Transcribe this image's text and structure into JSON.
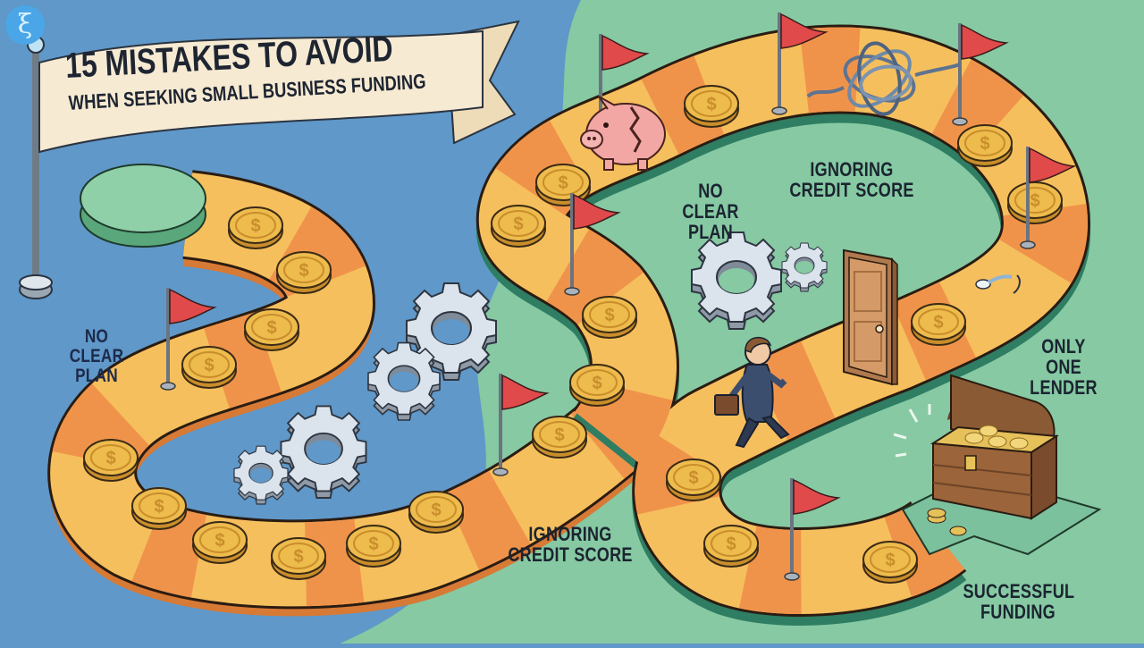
{
  "banner": {
    "title": "15 MISTAKES TO AVOID",
    "subtitle": "WHEN SEEKING SMALL BUSINESS FUNDING"
  },
  "logo": {
    "glyph": "ξ",
    "icon": "site-logo-icon"
  },
  "labels": {
    "left_no_clear_plan": {
      "line1": "NO CLEAR",
      "line2": "PLAN"
    },
    "center_no_clear_plan": {
      "line1": "NO CLEAR",
      "line2": "PLAN"
    },
    "top_ignoring_credit": {
      "line1": "IGNORING",
      "line2": "CREDIT SCORE"
    },
    "bottom_ignoring_credit": {
      "line1": "IGNORING",
      "line2": "CREDIT SCORE"
    },
    "only_one_lender": {
      "line1": "ONLY ONE",
      "line2": "LENDER"
    },
    "successful_funding": {
      "line1": "SUCCESSFUL",
      "line2": "FUNDING"
    }
  },
  "icons": [
    "flag-icon",
    "coin-icon",
    "gear-icon",
    "piggy-bank-icon",
    "tangled-rope-icon",
    "door-icon",
    "businessman-icon",
    "briefcase-icon",
    "treasure-chest-icon",
    "broken-cable-icon"
  ],
  "colors": {
    "water_blue": "#5f98c9",
    "land_green": "#86c9a3",
    "path_light": "#f6bf5d",
    "path_dark": "#f0934a",
    "path_edge": "#d77a36",
    "coin": "#e9b949",
    "flag_red": "#e04a4a",
    "gear": "#d5dde6",
    "banner": "#f7ead3",
    "text": "#1b2430"
  }
}
